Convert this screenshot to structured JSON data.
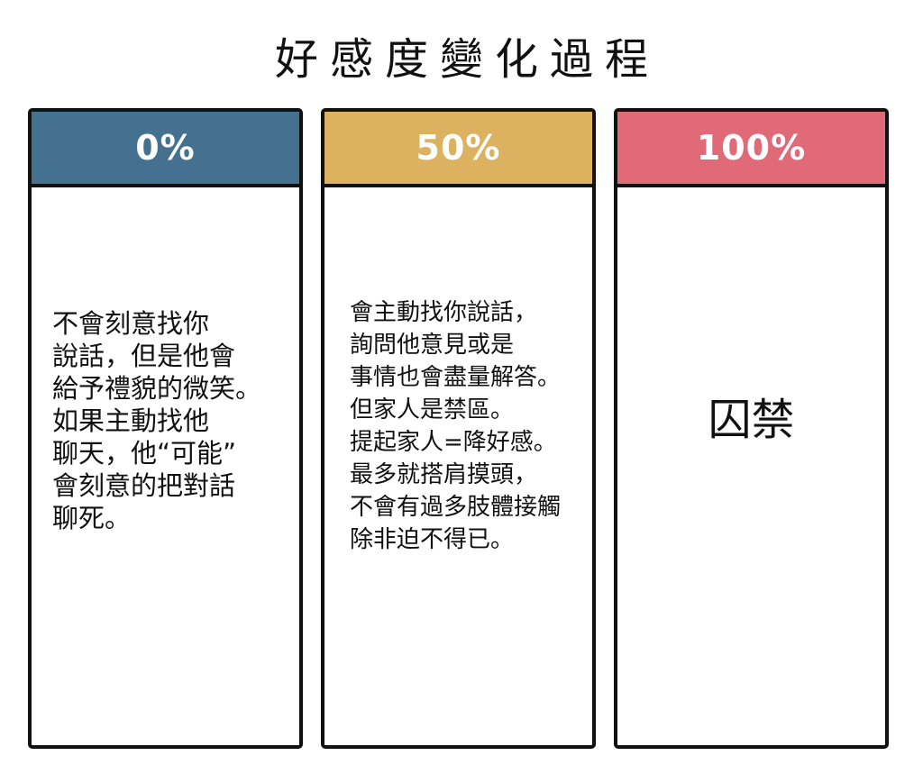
{
  "title": "好感度變化過程",
  "stages": [
    {
      "percent": "0%",
      "text": "不會刻意找你\n說話，但是他會\n給予禮貌的微笑。\n如果主動找他\n聊天，他“可能”\n會刻意的把對話\n聊死。",
      "header_color": "#43718f"
    },
    {
      "percent": "50%",
      "text": "會主動找你說話，\n詢問他意見或是\n事情也會盡量解答。\n但家人是禁區。\n提起家人=降好感。\n最多就搭肩摸頭，\n不會有過多肢體接觸\n除非迫不得已。",
      "header_color": "#dcb15f"
    },
    {
      "percent": "100%",
      "text": "囚禁",
      "header_color": "#e06a78"
    }
  ]
}
